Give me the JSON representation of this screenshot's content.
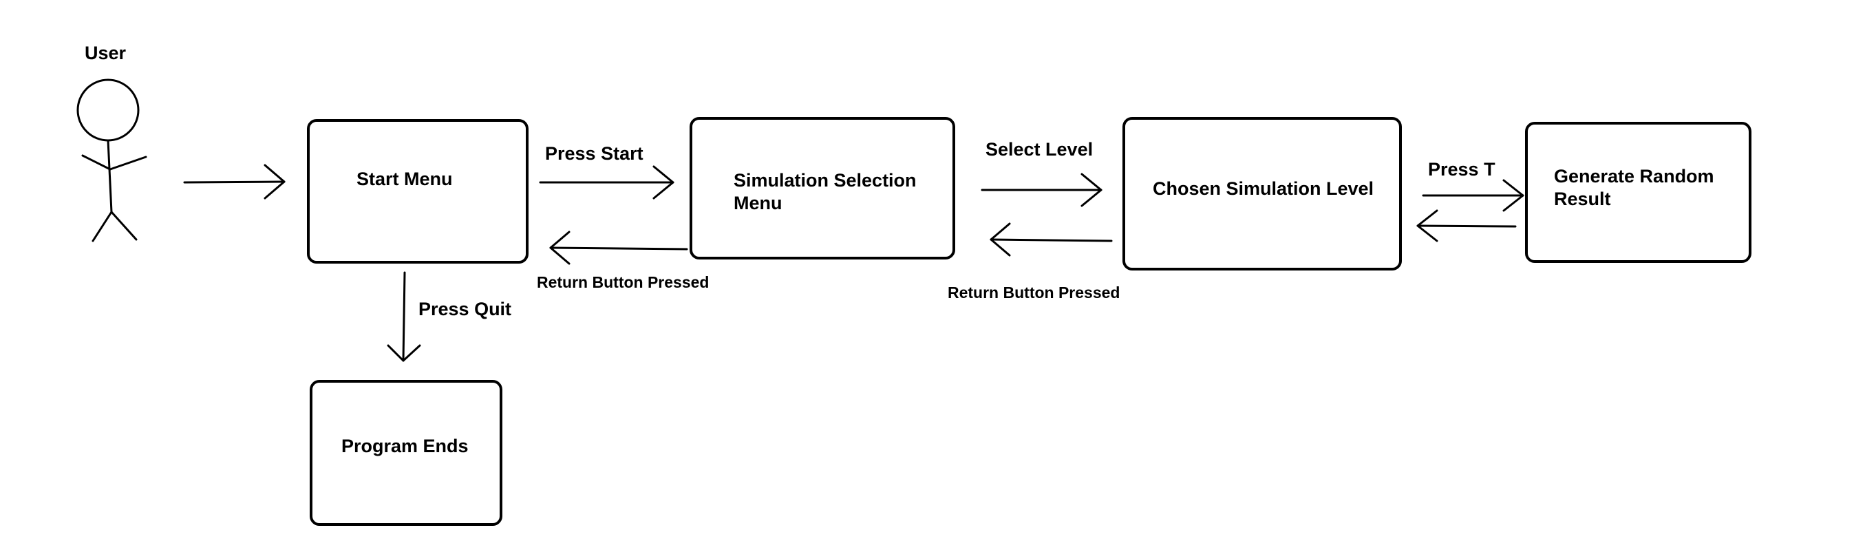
{
  "actor": {
    "label": "User"
  },
  "nodes": {
    "start_menu": "Start Menu",
    "simulation_selection_menu": "Simulation Selection\nMenu",
    "chosen_simulation_level": "Chosen Simulation Level",
    "generate_random_result": "Generate Random\nResult",
    "program_ends": "Program Ends"
  },
  "edges": {
    "press_start": "Press Start",
    "select_level": "Select Level",
    "press_t": "Press T",
    "press_quit": "Press Quit",
    "return_1": "Return Button Pressed",
    "return_2": "Return Button Pressed"
  }
}
